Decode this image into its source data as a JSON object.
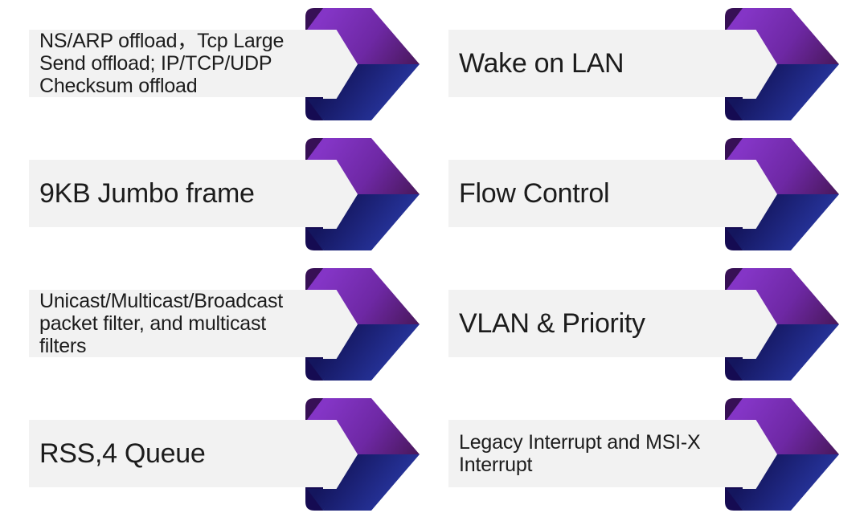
{
  "page": {
    "type": "feature-list-slide",
    "background": "#ffffff"
  },
  "colors": {
    "bar_bg": "#f2f2f2",
    "text": "#1c1c1c",
    "ribbon_purple_dark": "#371055",
    "ribbon_navy_dark": "#150b52",
    "chevron_purple_light": "#8435c6",
    "chevron_purple_mid": "#6e28a4",
    "chevron_purple_dark": "#471758",
    "chevron_blue_dark": "#14165e",
    "chevron_blue_mid": "#232e90",
    "chevron_blue_light": "#3145b0"
  },
  "icon": {
    "name": "chevron-arrow-icon",
    "description": "folded ribbon chevron arrow pointing right, purple top half and navy blue bottom half"
  },
  "items": [
    {
      "label": "NS/ARP offload，Tcp Large Send offload; IP/TCP/UDP Checksum offload"
    },
    {
      "label": "Wake on LAN"
    },
    {
      "label": "9KB Jumbo frame"
    },
    {
      "label": "Flow Control"
    },
    {
      "label": "Unicast/Multicast/Broadcast packet filter, and multicast filters"
    },
    {
      "label": "VLAN & Priority"
    },
    {
      "label": "RSS,4 Queue"
    },
    {
      "label": "Legacy Interrupt and MSI-X Interrupt"
    }
  ]
}
